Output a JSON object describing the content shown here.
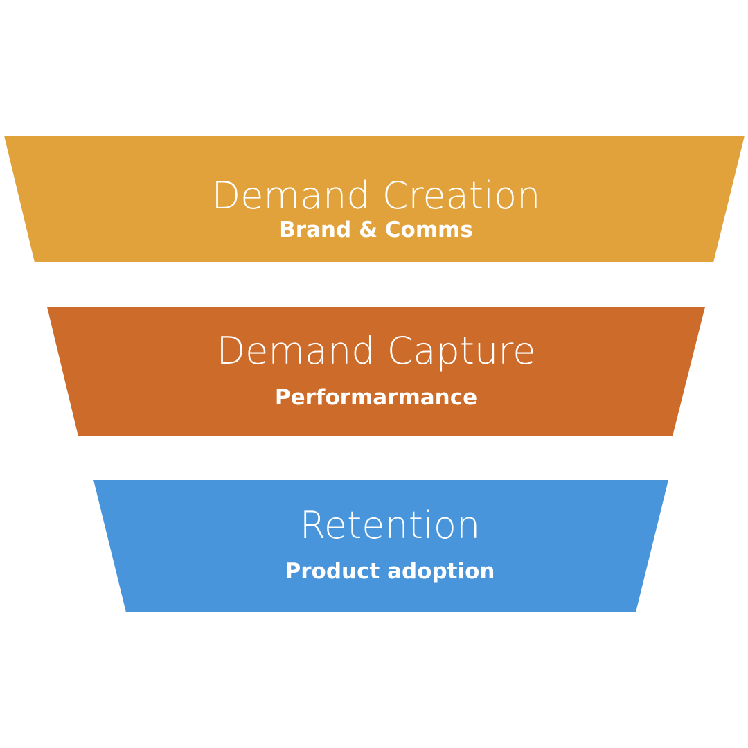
{
  "stages": [
    {
      "title": "Demand Creation",
      "subtitle": "Brand & Comms",
      "color": "#E1A23C"
    },
    {
      "title": "Demand Capture",
      "subtitle": "Performarmance",
      "color": "#CD6B2A"
    },
    {
      "title": "Retention",
      "subtitle": "Product adoption",
      "color": "#4895DB"
    }
  ]
}
